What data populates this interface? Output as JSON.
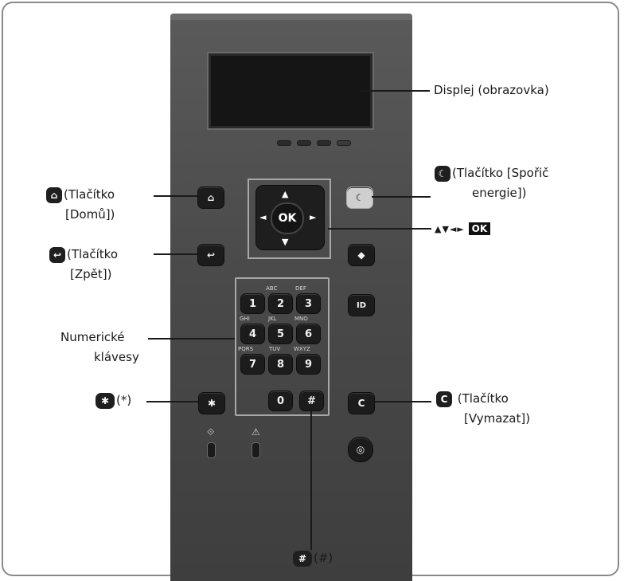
{
  "display_label": "Displej (obrazovka)",
  "home": {
    "icon": "⌂",
    "label_line1": "(Tlačítko",
    "label_line2": "[Domů])"
  },
  "back": {
    "icon": "↩",
    "label_line1": "(Tlačítko",
    "label_line2": "[Zpět])"
  },
  "energy": {
    "icon": "☾",
    "label_line1": "(Tlačítko [Spořič",
    "label_line2": "energie])"
  },
  "nav": {
    "arrows": "▲▼◄►",
    "ok": "OK",
    "up": "▲",
    "down": "▼",
    "left": "◄",
    "right": "►"
  },
  "numeric": {
    "label_line1": "Numerické",
    "label_line2": "klávesy"
  },
  "star": {
    "icon": "✱",
    "label": "(*)"
  },
  "clear": {
    "icon": "C",
    "label_line1": "(Tlačítko",
    "label_line2": "[Vymazat])"
  },
  "hash": {
    "icon": "#",
    "label": "(#)"
  },
  "keys": {
    "k1": "1",
    "k2": "2",
    "k3": "3",
    "k4": "4",
    "k5": "5",
    "k6": "6",
    "k7": "7",
    "k8": "8",
    "k9": "9",
    "k0": "0",
    "star": "✱",
    "hash": "#",
    "abc": "ABC",
    "def": "DEF",
    "ghi": "GHI",
    "jkl": "JKL",
    "mno": "MNO",
    "pqrs": "PQRS",
    "tuv": "TUV",
    "wxyz": "WXYZ"
  },
  "panel_buttons": {
    "home": "⌂",
    "back": "↩",
    "sleep": "☾",
    "clear": "C",
    "diamond": "◆",
    "id": "ID",
    "stop": "◎",
    "data_lamp": "⟐",
    "error_lamp": "⚠"
  }
}
